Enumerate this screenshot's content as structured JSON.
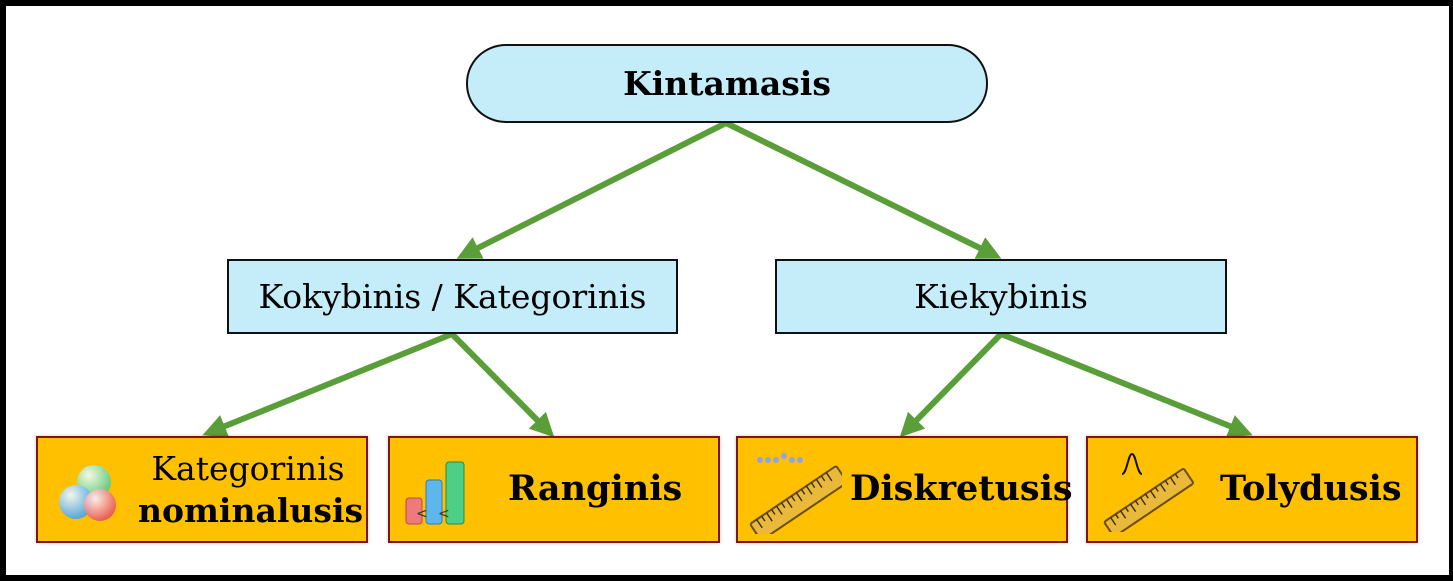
{
  "diagram": {
    "root": {
      "label": "Kintamasis"
    },
    "level1": [
      {
        "label": "Kokybinis / Kategorinis"
      },
      {
        "label": "Kiekybinis"
      }
    ],
    "level2": [
      {
        "line1": "Kategorinis",
        "line2": "nominalusis",
        "icon": "venn-spheres-icon"
      },
      {
        "label": "Ranginis",
        "icon": "ranked-bars-icon"
      },
      {
        "label": "Diskretusis",
        "icon": "ruler-dots-icon"
      },
      {
        "label": "Tolydusis",
        "icon": "ruler-curve-icon"
      }
    ],
    "edges": [
      {
        "from": "Kintamasis",
        "to": "Kokybinis / Kategorinis"
      },
      {
        "from": "Kintamasis",
        "to": "Kiekybinis"
      },
      {
        "from": "Kokybinis / Kategorinis",
        "to": "Kategorinis nominalusis"
      },
      {
        "from": "Kokybinis / Kategorinis",
        "to": "Ranginis"
      },
      {
        "from": "Kiekybinis",
        "to": "Diskretusis"
      },
      {
        "from": "Kiekybinis",
        "to": "Tolydusis"
      }
    ]
  },
  "colors": {
    "arrow": "#5a9e3a",
    "node_blue": "#c4ecf9",
    "node_orange": "#ffc000",
    "leaf_border": "#7a1616"
  }
}
